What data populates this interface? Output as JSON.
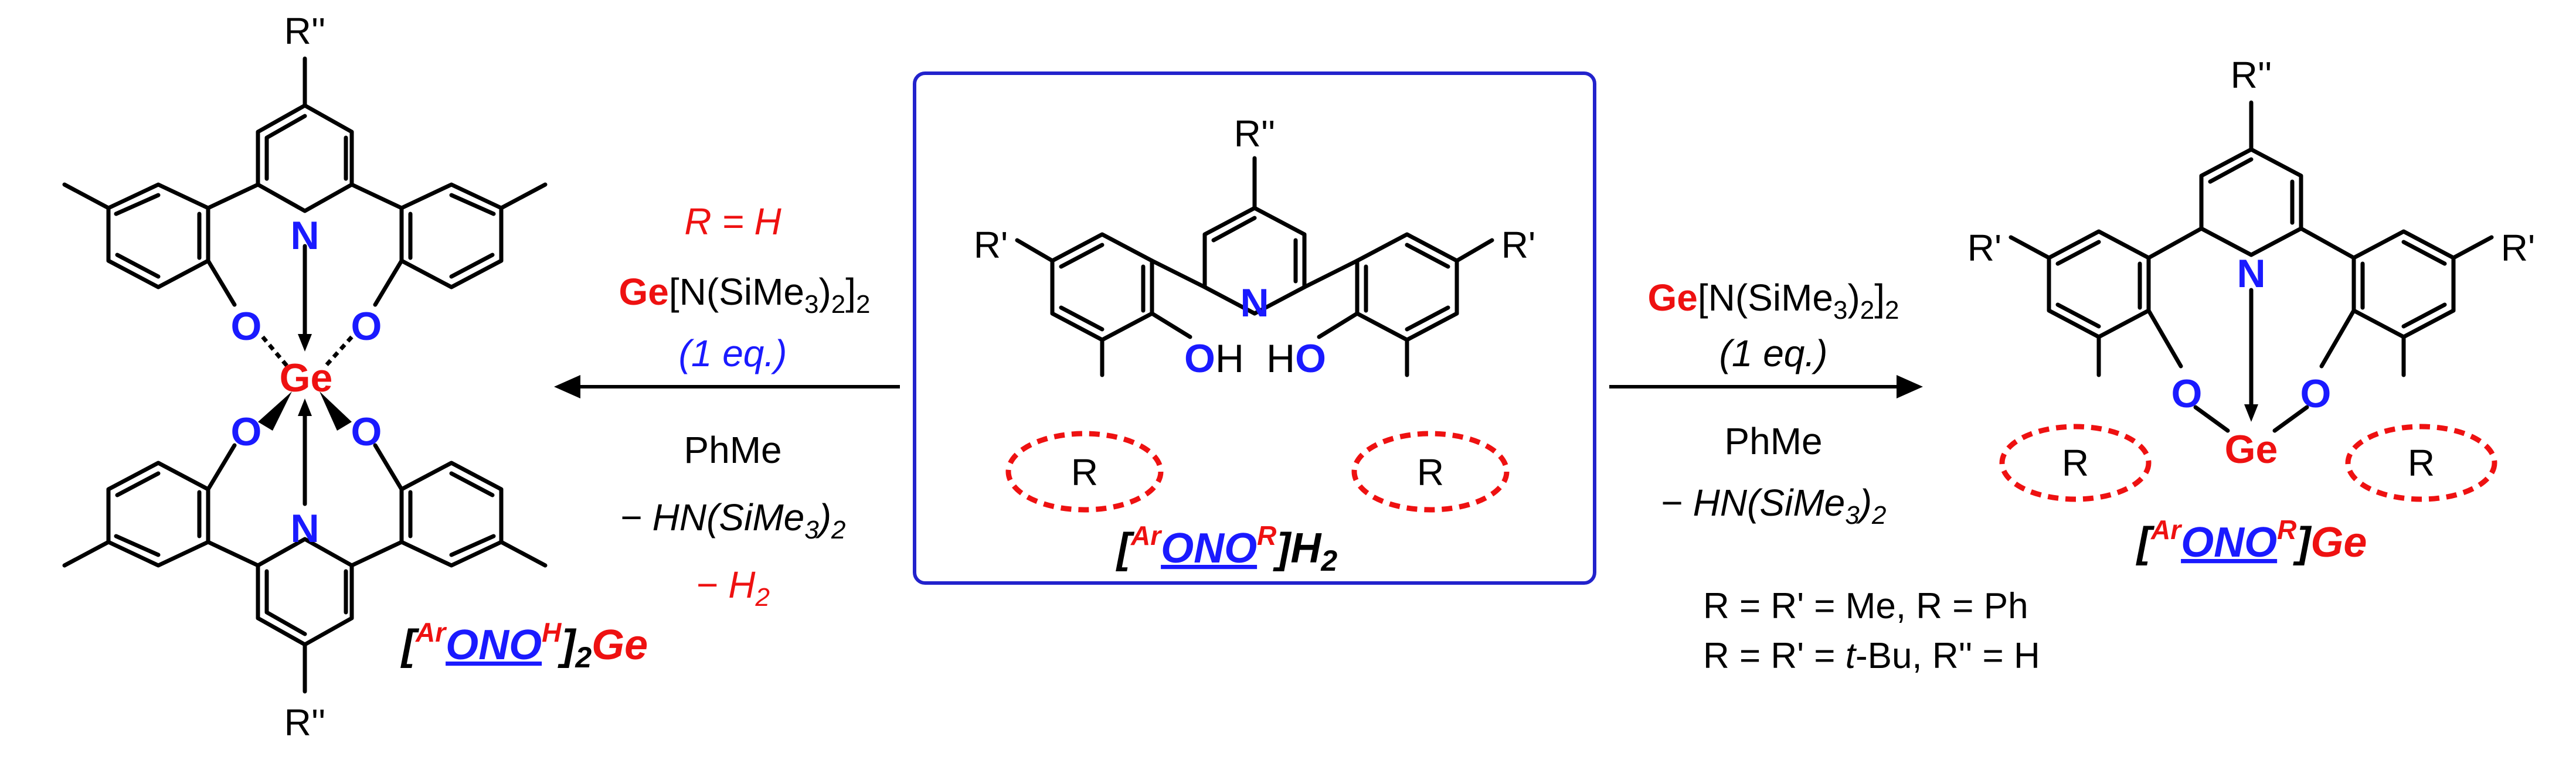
{
  "atoms": {
    "n": "N",
    "o": "O",
    "h": "H",
    "ge": "Ge",
    "r": "R",
    "r1": "R'",
    "r2": "R''"
  },
  "labels": {
    "center_a": "Ar",
    "center_b": "ONO",
    "center_c": "R",
    "center_d": "H",
    "center_e": "2",
    "right_a": "Ar",
    "right_b": "ONO",
    "right_c": "R",
    "right_d": "Ge",
    "left_a": "Ar",
    "left_b": "ONO",
    "left_c": "H",
    "left_d": "2",
    "left_e": "Ge",
    "bracket_open": "[",
    "bracket_close": "]"
  },
  "left_conditions": {
    "r_eq": "R = H",
    "reagent_ge": "Ge",
    "reagent_rest": "[N(SiMe",
    "reagent_sub3": "3",
    "reagent_close": ")",
    "reagent_sub2": "2",
    "reagent_close2": "]",
    "reagent_sub2b": "2",
    "equiv": "(1 eq.)",
    "solvent": "PhMe",
    "byproduct": "− HN(SiMe",
    "byproduct_sub": "3",
    "byproduct_close": ")",
    "byproduct_sub2": "2",
    "h2": "− H",
    "h2_sub": "2"
  },
  "right_conditions": {
    "reagent_ge": "Ge",
    "reagent_rest": "[N(SiMe",
    "reagent_sub3": "3",
    "reagent_close": ")",
    "reagent_sub2": "2",
    "reagent_close2": "]",
    "reagent_sub2b": "2",
    "equiv": "(1 eq.)",
    "solvent": "PhMe",
    "byproduct": "− HN(SiMe",
    "byproduct_sub": "3",
    "byproduct_close": ")",
    "byproduct_sub2": "2"
  },
  "scope": {
    "line1": "R = R' = Me, R = Ph",
    "line2a": "R = R' = ",
    "line2b": "t",
    "line2c": "-Bu, R'' = H"
  },
  "colors": {
    "blue": "#1a1aff",
    "red": "#ee1111",
    "box": "#2222cc",
    "black": "#000000"
  }
}
